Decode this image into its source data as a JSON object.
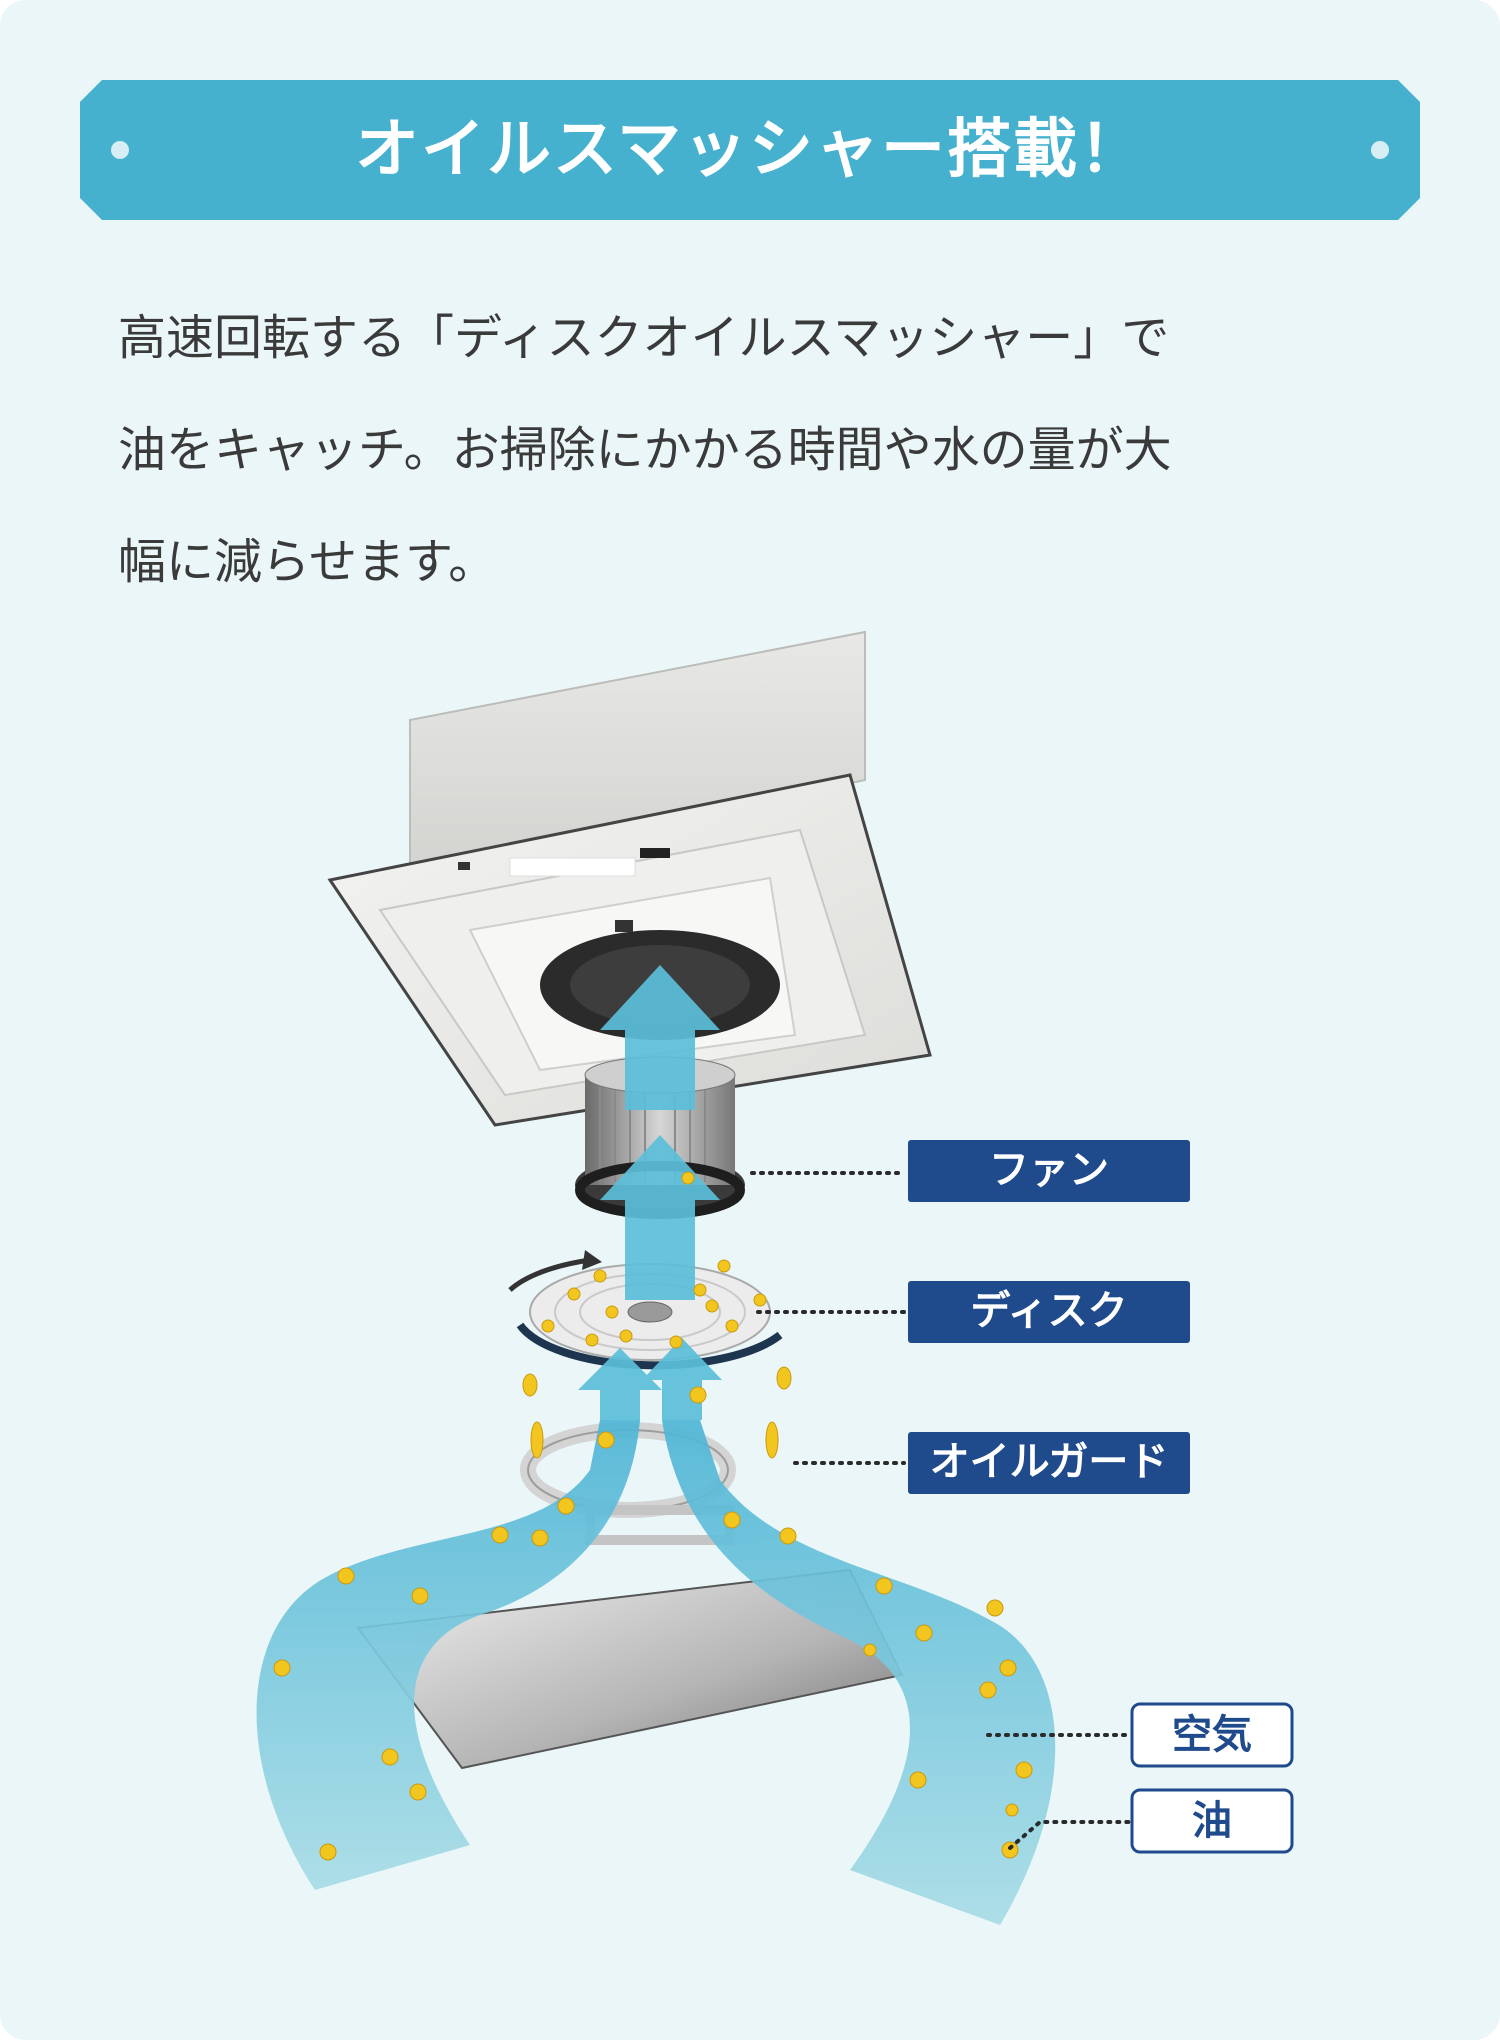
{
  "banner": {
    "title": "オイルスマッシャー搭載！",
    "color": "#45b1cf"
  },
  "description": {
    "lines": [
      "高速回転する「ディスクオイルスマッシャー」で",
      "油をキャッチ。お掃除にかかる時間や水の量が大",
      "幅に減らせます。"
    ]
  },
  "diagram": {
    "labels": {
      "fan": "ファン",
      "disk": "ディスク",
      "oil_guard": "オイルガード"
    },
    "legend": {
      "air": "空気",
      "oil": "油"
    },
    "colors": {
      "label_bg": "#1f4a8c",
      "air": "#5bbfd9",
      "oil": "#f3c61f",
      "background": "#eaf6f8"
    }
  }
}
